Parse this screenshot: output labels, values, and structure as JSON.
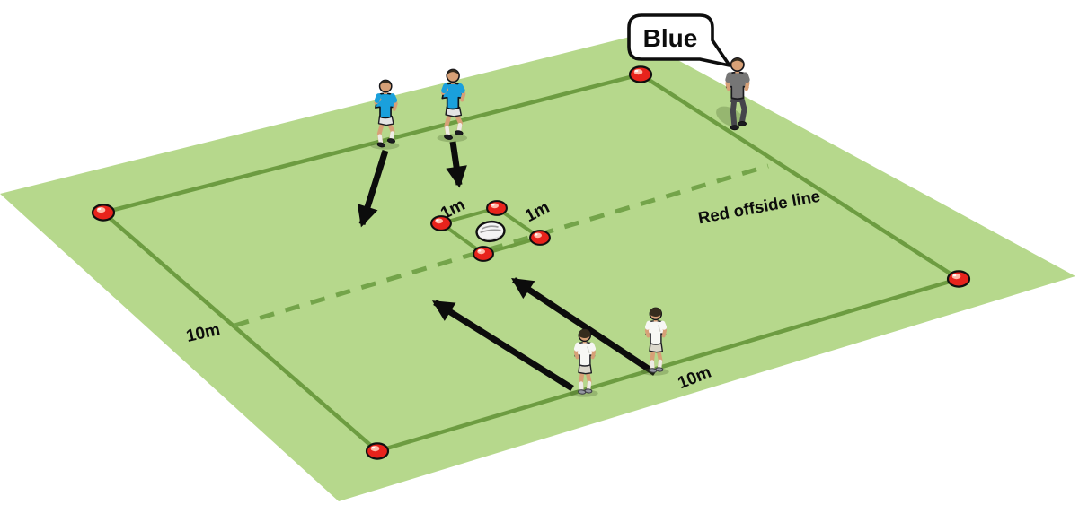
{
  "diagram": {
    "type": "rugby-training-drill",
    "speech_bubble": {
      "text": "Blue"
    },
    "labels": {
      "offside_line": "Red offside line",
      "square_left": "1m",
      "square_right": "1m",
      "field_left": "10m",
      "field_bottom": "10m"
    },
    "entities": {
      "blue_players": 2,
      "white_players": 2,
      "coach": 1,
      "corner_cones": 4,
      "square_cones": 4,
      "ball": "rugby ball"
    }
  },
  "colors": {
    "field-green": "#b6d88c",
    "line-green": "#6d9c41",
    "dash-green": "#74a44a",
    "cone-red": "#e8231c",
    "cone-highlight": "#ffb9a9",
    "arrow-black": "#0c0c0c",
    "blue-shirt": "#1aa0dc",
    "white-shirt": "#f7f7f4",
    "coach-shirt": "#767676",
    "coach-pants": "#45454b",
    "skin": "#d7a077",
    "shorts-grey": "#e4e4e4",
    "text-black": "#0c0c0c",
    "bubble-bg": "#ffffff"
  }
}
